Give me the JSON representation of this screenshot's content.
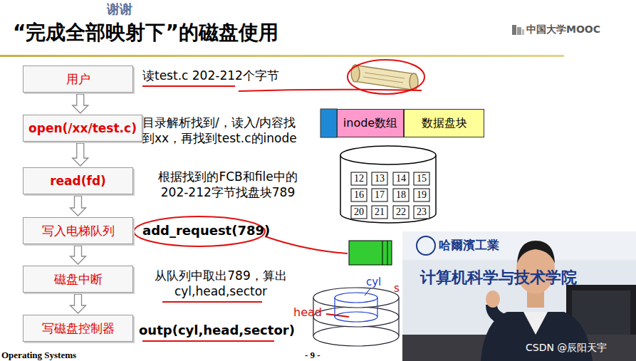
{
  "diagram": {
    "title": "“完成全部映射下”的磁盘使用",
    "nodes": [
      {
        "text": [
          "用户"
        ]
      },
      {
        "text": [
          "open(/xx/test.c)"
        ]
      },
      {
        "text": [
          "read(fd)"
        ]
      },
      {
        "text": [
          "写入电梯队列"
        ]
      },
      {
        "text": [
          "磁盘中断"
        ]
      },
      {
        "text": [
          "写磁盘控制器"
        ]
      },
      {
        "text": [
          "inode数组"
        ]
      },
      {
        "text": [
          "数据盘块"
        ]
      }
    ],
    "edges": [
      {
        "from": 0,
        "to": 1,
        "arrow": "to"
      },
      {
        "from": 1,
        "to": 2,
        "arrow": "to"
      },
      {
        "from": 2,
        "to": 3,
        "arrow": "to"
      },
      {
        "from": 3,
        "to": 4,
        "arrow": "to"
      },
      {
        "from": 4,
        "to": 5,
        "arrow": "to"
      }
    ],
    "labels": [
      "谢谢",
      "中国大学MOOC",
      "读test.c 202-212个字节",
      "目录解析找到/，读入/内容找 到xx，再找到test.c的inode",
      "根据找到的FCB和file中的 202-212字节找盘块789",
      "add_request(789)",
      "从队列中取出789，算出 cyl,head,sector",
      "outp(cyl,head,sector)",
      "12",
      "13",
      "14",
      "15",
      "16",
      "17",
      "18",
      "19",
      "20",
      "21",
      "22",
      "23",
      "cyl",
      "s",
      "head",
      "哈爾濱工業",
      "计算机科学与技术学院",
      "CSDN @辰阳天宇",
      "Operating Systems",
      "- 9 -"
    ]
  }
}
